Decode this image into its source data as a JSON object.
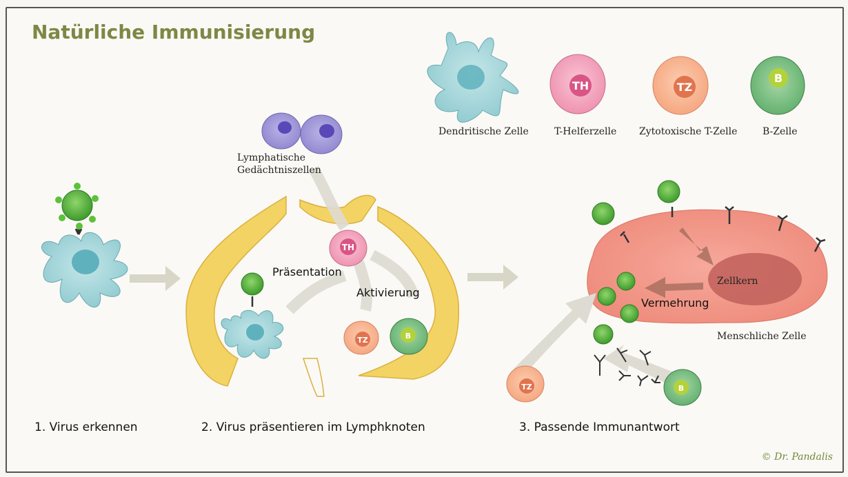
{
  "title": "Natürliche Immunisierung",
  "legend": [
    {
      "label": "Dendritische Zelle",
      "symbol": "",
      "color": "#9fd3d6"
    },
    {
      "label": "T-Helferzelle",
      "symbol": "TH",
      "color": "#f2a3bd"
    },
    {
      "label": "Zytotoxische T-Zelle",
      "symbol": "TZ",
      "color": "#f7b48f"
    },
    {
      "label": "B-Zelle",
      "symbol": "B",
      "color": "#72b87a"
    }
  ],
  "labels": {
    "memory_cells": "Lymphatische\nGedächtniszellen",
    "memory_line1": "Lymphatische",
    "memory_line2": "Gedächtniszellen",
    "presentation": "Präsentation",
    "activation": "Aktivierung",
    "nucleus": "Zellkern",
    "replication": "Vermehrung",
    "human_cell": "Menschliche Zelle"
  },
  "cell_symbols": {
    "th": "TH",
    "tz": "TZ",
    "b": "B"
  },
  "steps": [
    "1. Virus erkennen",
    "2. Virus präsentieren im Lymphknoten",
    "3. Passende Immunantwort"
  ],
  "copyright": "© Dr. Pandalis"
}
